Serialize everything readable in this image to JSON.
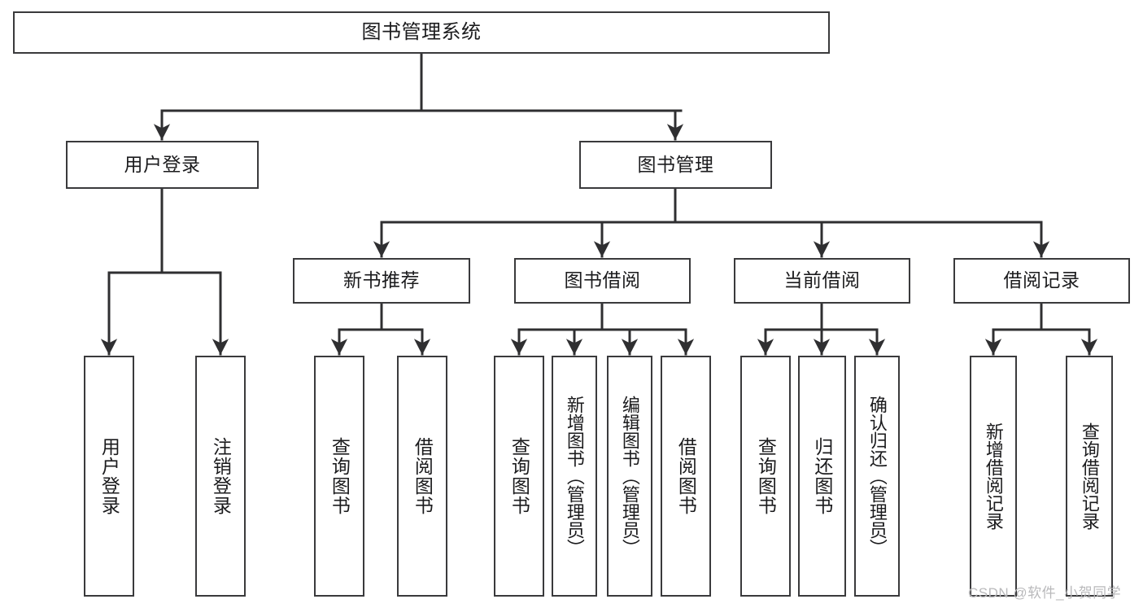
{
  "diagram": {
    "title": "图书管理系统",
    "type": "tree-hierarchy-diagram",
    "colors": {
      "box_border": "#3a3a3c",
      "box_fill": "#ffffff",
      "edge": "#2f2f31",
      "text": "#1b1b1d",
      "watermark": "#b9b9bb",
      "background": "#ffffff"
    },
    "watermark": "CSDN @软件_小贺同学",
    "levels": {
      "level0": "系统",
      "level1": "模块",
      "level2": "子模块",
      "level3": "功能"
    },
    "nodes": {
      "root": {
        "label": "图书管理系统",
        "orientation": "horizontal"
      },
      "user_login": {
        "label": "用户登录",
        "orientation": "horizontal"
      },
      "book_manage": {
        "label": "图书管理",
        "orientation": "horizontal"
      },
      "new_book_rec": {
        "label": "新书推荐",
        "orientation": "horizontal"
      },
      "book_borrow": {
        "label": "图书借阅",
        "orientation": "horizontal"
      },
      "current_borrow": {
        "label": "当前借阅",
        "orientation": "horizontal"
      },
      "borrow_record": {
        "label": "借阅记录",
        "orientation": "horizontal"
      },
      "leaf_user_login": {
        "label": "用户登录",
        "orientation": "vertical"
      },
      "leaf_logout": {
        "label": "注销登录",
        "orientation": "vertical"
      },
      "leaf_query_book_1": {
        "label": "查询图书",
        "orientation": "vertical"
      },
      "leaf_borrow_book_1": {
        "label": "借阅图书",
        "orientation": "vertical"
      },
      "leaf_query_book_2": {
        "label": "查询图书",
        "orientation": "vertical"
      },
      "leaf_add_book": {
        "label": "新增图书（管理员）",
        "orientation": "vertical"
      },
      "leaf_edit_book": {
        "label": "编辑图书（管理员）",
        "orientation": "vertical"
      },
      "leaf_borrow_book_2": {
        "label": "借阅图书",
        "orientation": "vertical"
      },
      "leaf_query_book_3": {
        "label": "查询图书",
        "orientation": "vertical"
      },
      "leaf_return_book": {
        "label": "归还图书",
        "orientation": "vertical"
      },
      "leaf_confirm_return": {
        "label": "确认归还（管理员）",
        "orientation": "vertical"
      },
      "leaf_add_record": {
        "label": "新增借阅记录",
        "orientation": "vertical"
      },
      "leaf_query_record": {
        "label": "查询借阅记录",
        "orientation": "vertical"
      }
    },
    "edges": [
      {
        "from": "root",
        "to": "user_login"
      },
      {
        "from": "root",
        "to": "book_manage"
      },
      {
        "from": "user_login",
        "to": "leaf_user_login"
      },
      {
        "from": "user_login",
        "to": "leaf_logout"
      },
      {
        "from": "book_manage",
        "to": "new_book_rec"
      },
      {
        "from": "book_manage",
        "to": "book_borrow"
      },
      {
        "from": "book_manage",
        "to": "current_borrow"
      },
      {
        "from": "book_manage",
        "to": "borrow_record"
      },
      {
        "from": "new_book_rec",
        "to": "leaf_query_book_1"
      },
      {
        "from": "new_book_rec",
        "to": "leaf_borrow_book_1"
      },
      {
        "from": "book_borrow",
        "to": "leaf_query_book_2"
      },
      {
        "from": "book_borrow",
        "to": "leaf_add_book"
      },
      {
        "from": "book_borrow",
        "to": "leaf_edit_book"
      },
      {
        "from": "book_borrow",
        "to": "leaf_borrow_book_2"
      },
      {
        "from": "current_borrow",
        "to": "leaf_query_book_3"
      },
      {
        "from": "current_borrow",
        "to": "leaf_return_book"
      },
      {
        "from": "current_borrow",
        "to": "leaf_confirm_return"
      },
      {
        "from": "borrow_record",
        "to": "leaf_add_record"
      },
      {
        "from": "borrow_record",
        "to": "leaf_query_record"
      }
    ]
  }
}
